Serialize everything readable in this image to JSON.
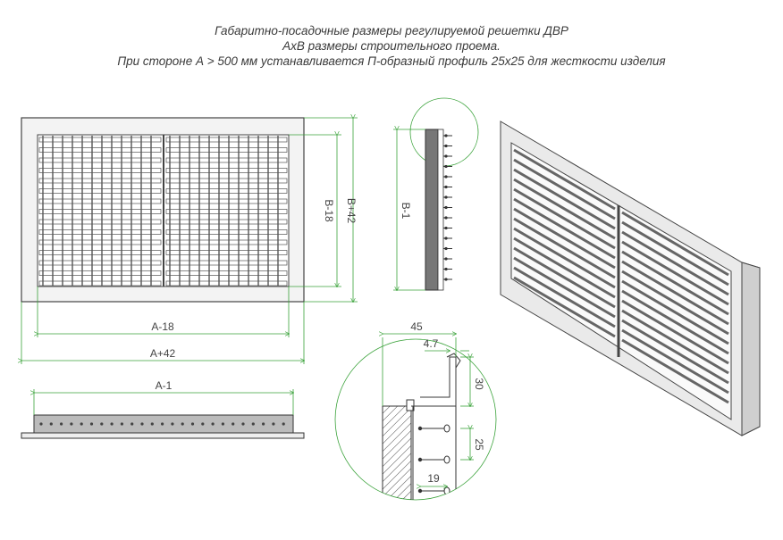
{
  "title": {
    "line1": "Габаритно-посадочные размеры регулируемой решетки ДВР",
    "line2": "АхВ размеры строительного проема.",
    "line3": "При стороне А > 500 мм устанавливается П-образный профиль 25х25 для жесткости изделия"
  },
  "front_view": {
    "dim_a18": "A-18",
    "dim_a42": "A+42",
    "dim_b18": "B-18",
    "dim_b42": "B+42"
  },
  "side_view": {
    "dim_b1": "B-1"
  },
  "bottom_view": {
    "dim_a1": "A-1"
  },
  "detail": {
    "dim_45": "45",
    "dim_4_7": "4.7",
    "dim_30": "30",
    "dim_25": "25",
    "dim_19": "19"
  },
  "colors": {
    "dimension_lines": "#3aa23a",
    "outline": "#3a3a3a"
  }
}
